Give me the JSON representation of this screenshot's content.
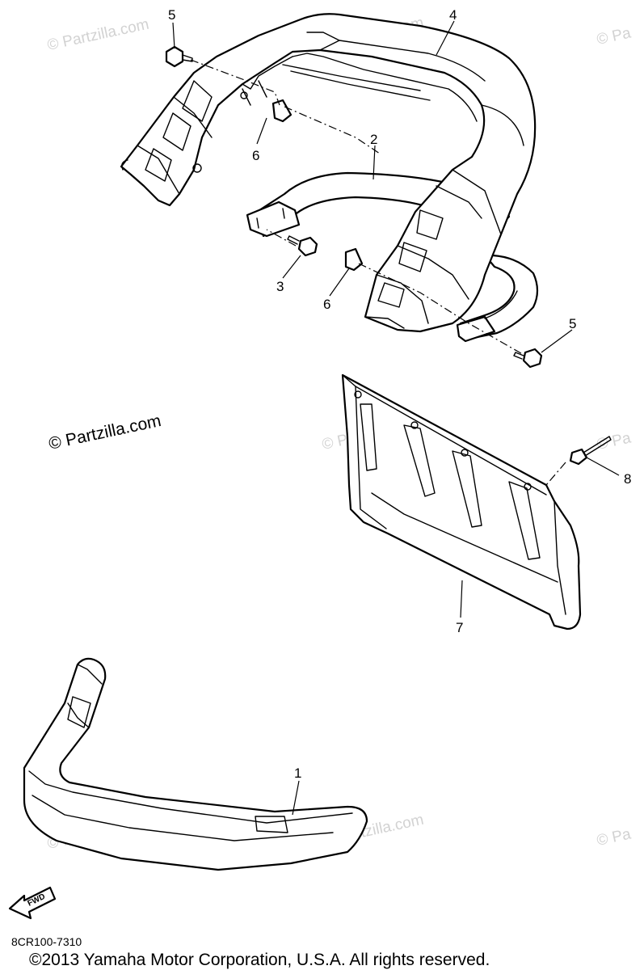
{
  "diagram": {
    "callouts": {
      "c1": "1",
      "c2": "2",
      "c3": "3",
      "c4": "4",
      "c5a": "5",
      "c5b": "5",
      "c6a": "6",
      "c6b": "6",
      "c7": "7",
      "c8": "8"
    },
    "fwd_label": "FWD",
    "watermark_main": "© Partzilla.com",
    "watermark_faint": "© Partzilla.com",
    "watermark_edge": "© Pa",
    "part_code": "8CR100-7310",
    "copyright": "©2013 Yamaha Motor Corporation, U.S.A. All rights reserved."
  }
}
